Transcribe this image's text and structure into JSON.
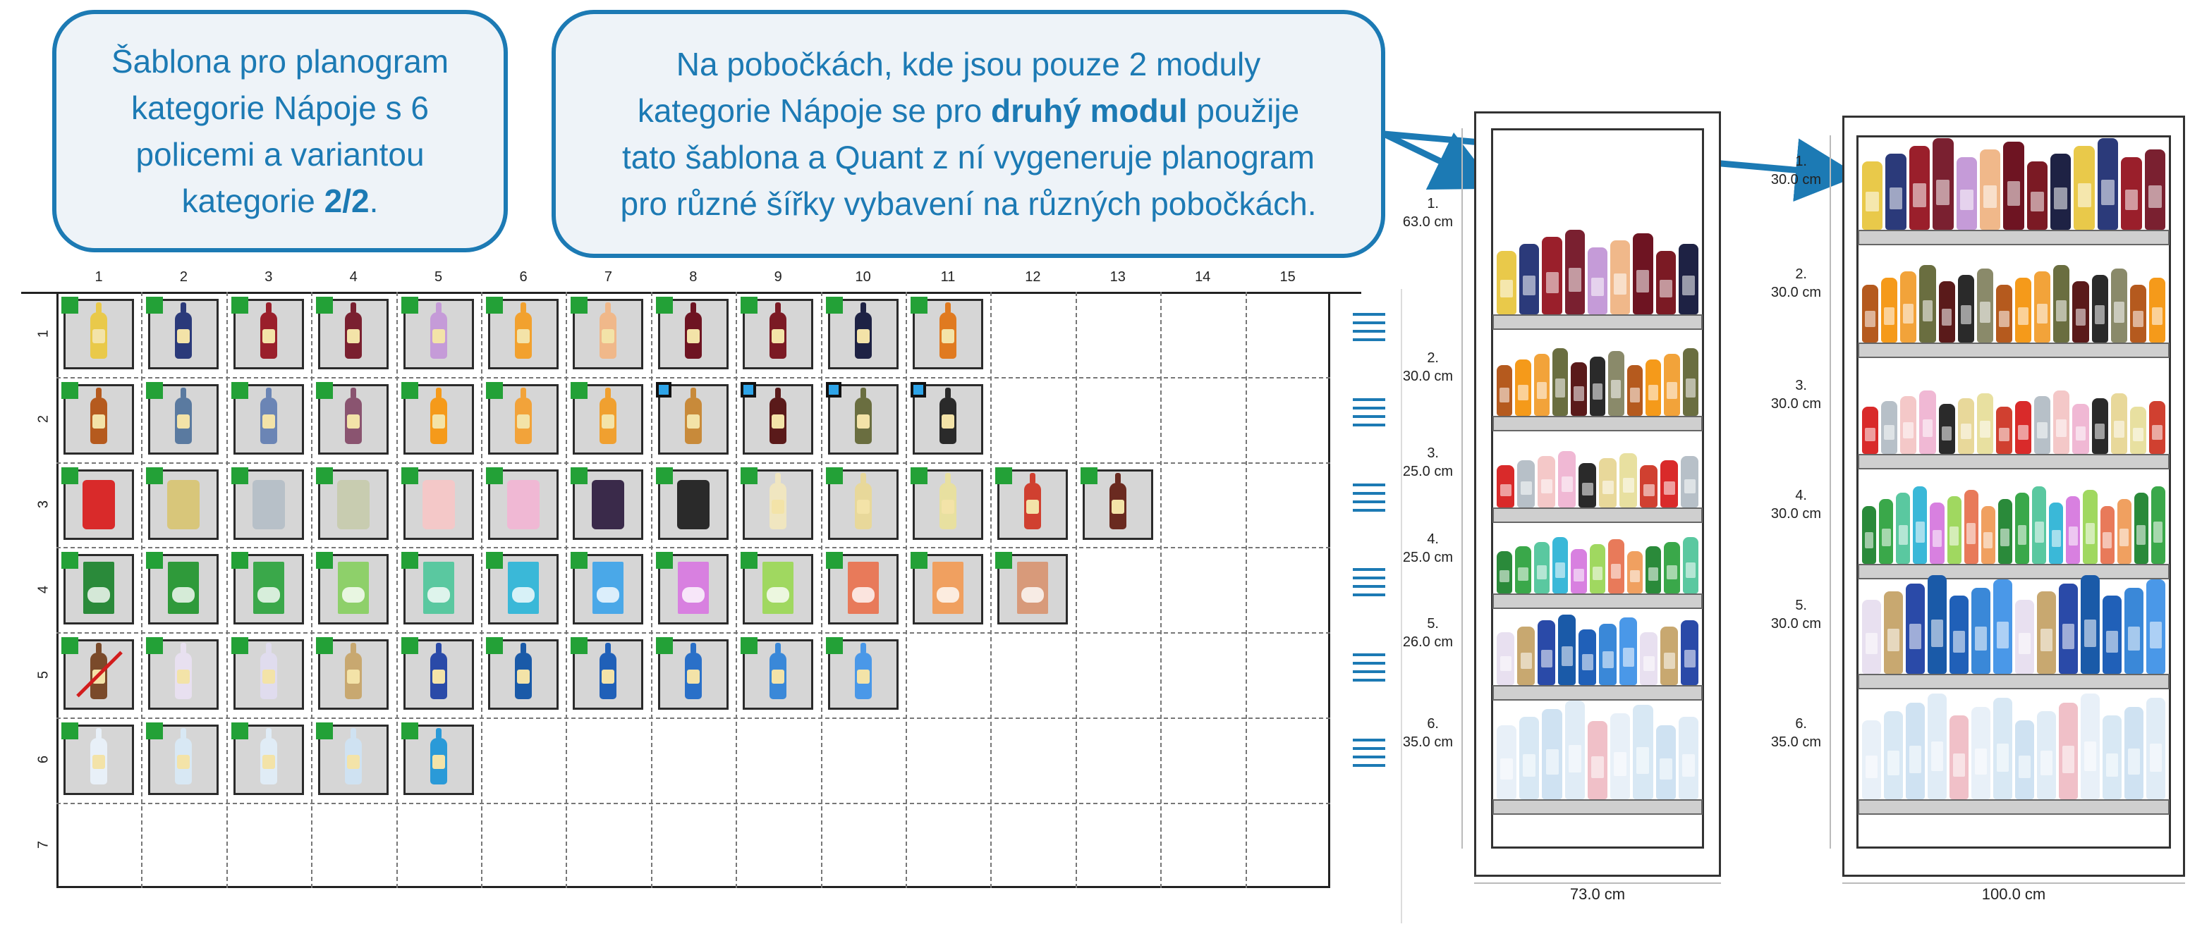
{
  "bubble_left": {
    "lines": [
      "Šablona pro planogram",
      "kategorie Nápoje s 6",
      "policemi a variantou"
    ],
    "line4_prefix": "kategorie ",
    "line4_bold": "2/2",
    "line4_suffix": "."
  },
  "bubble_right": {
    "line1": "Na pobočkách, kde jsou pouze 2 moduly",
    "line2_prefix": "kategorie Nápoje se pro ",
    "line2_bold": "druhý modul",
    "line2_suffix": " použije",
    "line3": "tato šablona a Quant z ní vygeneruje planogram",
    "line4": "pro různé šířky vybavení na různých pobočkách."
  },
  "grid": {
    "columns": [
      "1",
      "2",
      "3",
      "4",
      "5",
      "6",
      "7",
      "8",
      "9",
      "10",
      "11",
      "12",
      "13",
      "14",
      "15"
    ],
    "rows": [
      "1",
      "2",
      "3",
      "4",
      "5",
      "6",
      "7"
    ],
    "row_counts": [
      11,
      11,
      13,
      12,
      10,
      5
    ]
  },
  "cabinet_small": {
    "width_label": "73.0 cm",
    "shelves": [
      {
        "num": "1.",
        "height": "63.0 cm"
      },
      {
        "num": "2.",
        "height": "30.0 cm"
      },
      {
        "num": "3.",
        "height": "25.0 cm"
      },
      {
        "num": "4.",
        "height": "25.0 cm"
      },
      {
        "num": "5.",
        "height": "26.0 cm"
      },
      {
        "num": "6.",
        "height": "35.0 cm"
      }
    ]
  },
  "cabinet_large": {
    "width_label": "100.0 cm",
    "shelves": [
      {
        "num": "1.",
        "height": "30.0 cm"
      },
      {
        "num": "2.",
        "height": "30.0 cm"
      },
      {
        "num": "3.",
        "height": "30.0 cm"
      },
      {
        "num": "4.",
        "height": "30.0 cm"
      },
      {
        "num": "5.",
        "height": "30.0 cm"
      },
      {
        "num": "6.",
        "height": "35.0 cm"
      }
    ]
  },
  "colors": {
    "accent": "#1c7ab4",
    "bubble_bg": "#eef3f8",
    "tag_green": "#23a137",
    "tag_blue": "#2ea4e8",
    "strike_red": "#d21d1d"
  }
}
